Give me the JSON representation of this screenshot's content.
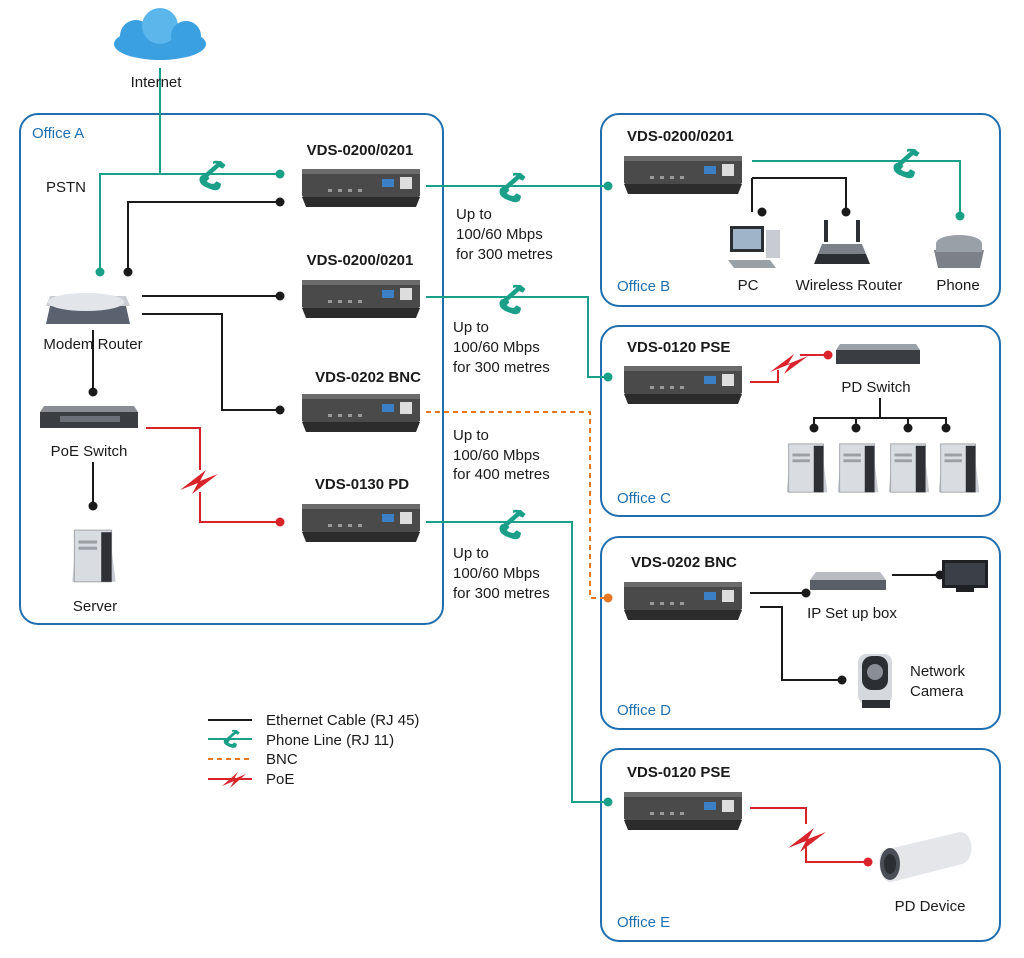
{
  "internet": {
    "label": "Internet"
  },
  "offices": {
    "a": {
      "label": "Office A"
    },
    "b": {
      "label": "Office B"
    },
    "c": {
      "label": "Office C"
    },
    "d": {
      "label": "Office D"
    },
    "e": {
      "label": "Office E"
    }
  },
  "office_a": {
    "pstn": "PSTN",
    "modem_router": "Modem Router",
    "poe_switch": "PoE Switch",
    "server": "Server",
    "devices": [
      "VDS-0200/0201",
      "VDS-0200/0201",
      "VDS-0202 BNC",
      "VDS-0130 PD"
    ]
  },
  "links": [
    {
      "l1": "Up to",
      "l2": "100/60 Mbps",
      "l3": "for 300 metres"
    },
    {
      "l1": "Up to",
      "l2": "100/60 Mbps",
      "l3": "for 300 metres"
    },
    {
      "l1": "Up to",
      "l2": "100/60 Mbps",
      "l3": "for 400 metres"
    },
    {
      "l1": "Up to",
      "l2": "100/60 Mbps",
      "l3": "for 300 metres"
    }
  ],
  "office_b": {
    "device": "VDS-0200/0201",
    "pc": "PC",
    "wireless_router": "Wireless Router",
    "phone": "Phone"
  },
  "office_c": {
    "device": "VDS-0120 PSE",
    "pd_switch": "PD Switch"
  },
  "office_d": {
    "device": "VDS-0202 BNC",
    "settop": "IP Set up box",
    "camera_l1": "Network",
    "camera_l2": "Camera"
  },
  "office_e": {
    "device": "VDS-0120 PSE",
    "pd_device": "PD Device"
  },
  "legend": {
    "ethernet": "Ethernet Cable (RJ 45)",
    "phone": "Phone Line (RJ 11)",
    "bnc": "BNC",
    "poe": "PoE"
  },
  "colors": {
    "ethernet": "#1a1a1a",
    "phone": "#1aa088",
    "bnc": "#e87722",
    "poe": "#d8232a",
    "frame": "#1f6fb0"
  }
}
